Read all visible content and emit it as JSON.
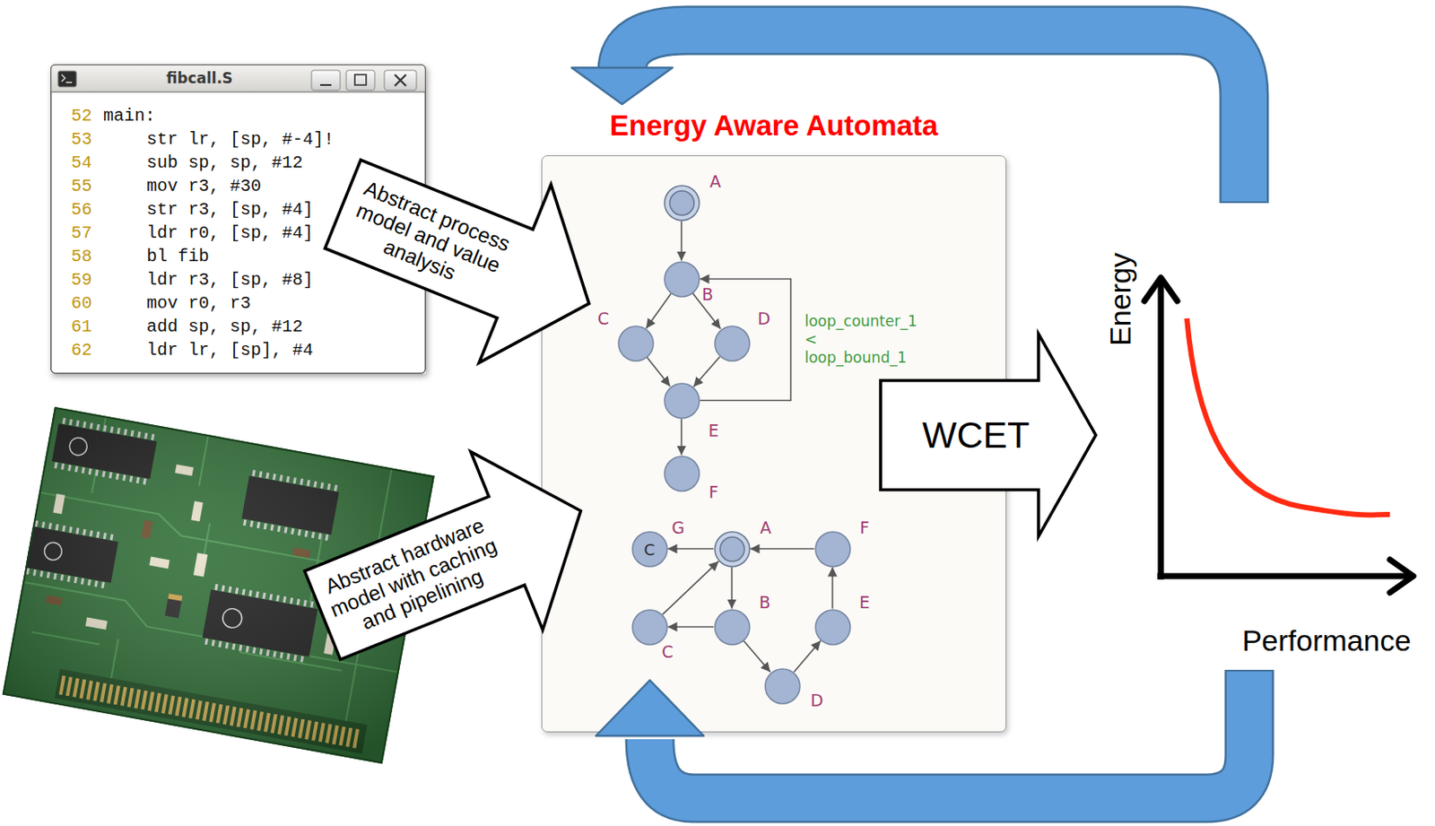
{
  "diagram": {
    "nodes": [
      {
        "text": [
          "fibcall.S",
          "52",
          "main:",
          "53",
          "str lr, [sp, #-4]!",
          "54",
          "sub sp, sp, #12",
          "55",
          "mov r3, #30",
          "56",
          "str r3, [sp, #4]",
          "57",
          "ldr r0, [sp, #4]",
          "58",
          "bl fib",
          "59",
          "ldr r3, [sp, #8]",
          "60",
          "mov r0, r3",
          "61",
          "add sp, sp, #12",
          "62",
          "ldr lr, [sp], #4"
        ]
      },
      {
        "text": [
          "Abstract process model and value analysis"
        ]
      },
      {
        "text": [
          "Abstract hardware model with caching and pipelining"
        ]
      },
      {
        "text": [
          "Energy Aware Automata"
        ]
      },
      {
        "text": [
          "A"
        ],
        "in": 3
      },
      {
        "text": [
          "B"
        ],
        "in": 3
      },
      {
        "text": [
          "C"
        ],
        "in": 3
      },
      {
        "text": [
          "D"
        ],
        "in": 3
      },
      {
        "text": [
          "E"
        ],
        "in": 3
      },
      {
        "text": [
          "F"
        ],
        "in": 3
      },
      {
        "text": [
          "G",
          "C"
        ],
        "in": 3
      },
      {
        "text": [
          "A"
        ],
        "in": 3
      },
      {
        "text": [
          "F"
        ],
        "in": 3
      },
      {
        "text": [
          "C"
        ],
        "in": 3
      },
      {
        "text": [
          "B"
        ],
        "in": 3
      },
      {
        "text": [
          "E"
        ],
        "in": 3
      },
      {
        "text": [
          "D"
        ],
        "in": 3
      },
      {
        "text": [
          "WCET"
        ]
      }
    ],
    "edges": [
      {
        "from": 4,
        "to": 5,
        "arrow": "to"
      },
      {
        "from": 5,
        "to": 6,
        "arrow": "to"
      },
      {
        "from": 5,
        "to": 7,
        "arrow": "to"
      },
      {
        "from": 6,
        "to": 8,
        "arrow": "to"
      },
      {
        "from": 7,
        "to": 8,
        "arrow": "to"
      },
      {
        "from": 8,
        "to": 9,
        "arrow": "to"
      },
      {
        "from": 8,
        "to": 5,
        "label": "loop_counter_1 < loop_bound_1",
        "arrow": "to"
      },
      {
        "from": 11,
        "to": 10,
        "arrow": "to"
      },
      {
        "from": 12,
        "to": 11,
        "arrow": "to"
      },
      {
        "from": 11,
        "to": 14,
        "arrow": "to"
      },
      {
        "from": 14,
        "to": 13,
        "arrow": "to"
      },
      {
        "from": 13,
        "to": 11,
        "arrow": "to"
      },
      {
        "from": 14,
        "to": 16,
        "arrow": "to"
      },
      {
        "from": 16,
        "to": 15,
        "arrow": "to"
      },
      {
        "from": 15,
        "to": 12,
        "arrow": "to"
      }
    ],
    "labels": [
      "Energy",
      "Performance"
    ]
  }
}
